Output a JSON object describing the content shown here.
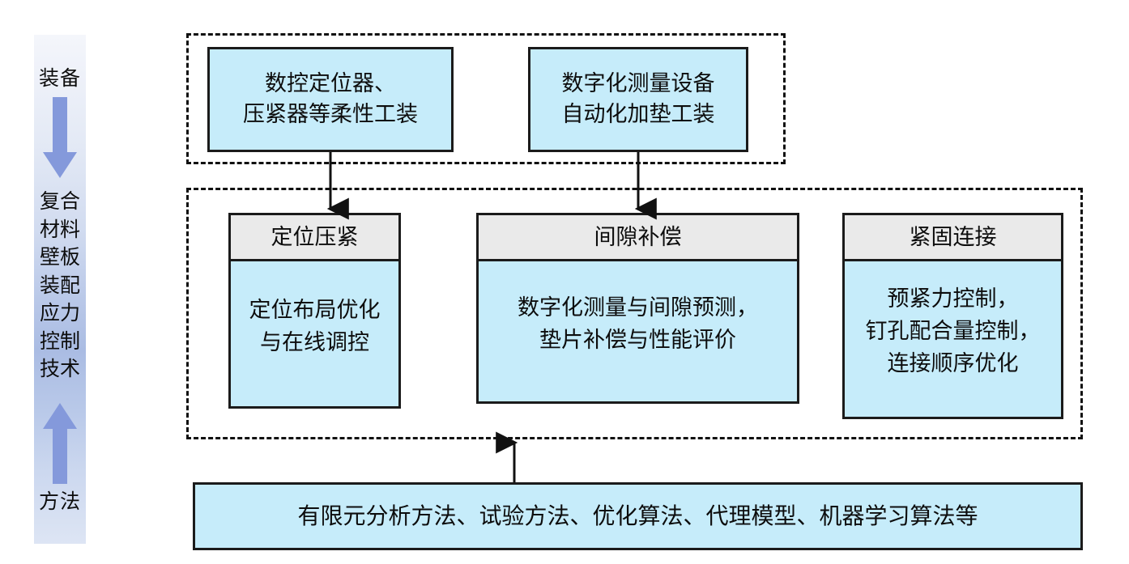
{
  "rail": {
    "top_label": "装备",
    "bottom_label": "方法",
    "center_lines": [
      "复合",
      "材料",
      "壁板",
      "装配",
      "应力",
      "控制",
      "技术"
    ],
    "arrow_down_icon": "arrow-down-icon",
    "arrow_up_icon": "arrow-up-icon",
    "gradient_top": "#f4f6fb",
    "gradient_mid": "#aabce3",
    "gradient_bottom": "#dde5f4"
  },
  "equipment_group": {
    "boxes": [
      {
        "lines": [
          "数控定位器、",
          "压紧器等柔性工装"
        ]
      },
      {
        "lines": [
          "数字化测量设备",
          "自动化加垫工装"
        ]
      }
    ]
  },
  "process_group": {
    "cards": [
      {
        "title": "定位压紧",
        "lines": [
          "定位布局优化",
          "与在线调控"
        ]
      },
      {
        "title": "间隙补偿",
        "lines": [
          "数字化测量与间隙预测，",
          "垫片补偿与性能评价"
        ]
      },
      {
        "title": "紧固连接",
        "lines": [
          "预紧力控制，",
          "钉孔配合量控制，",
          "连接顺序优化"
        ]
      }
    ]
  },
  "methods_bar": {
    "text": "有限元分析方法、试验方法、优化算法、代理模型、机器学习算法等"
  },
  "colors": {
    "box_fill": "#c6ecfa",
    "header_fill": "#eaeaea",
    "outline": "#1b1b1b",
    "arrow_fill": "#8499db",
    "connector": "#111111"
  }
}
